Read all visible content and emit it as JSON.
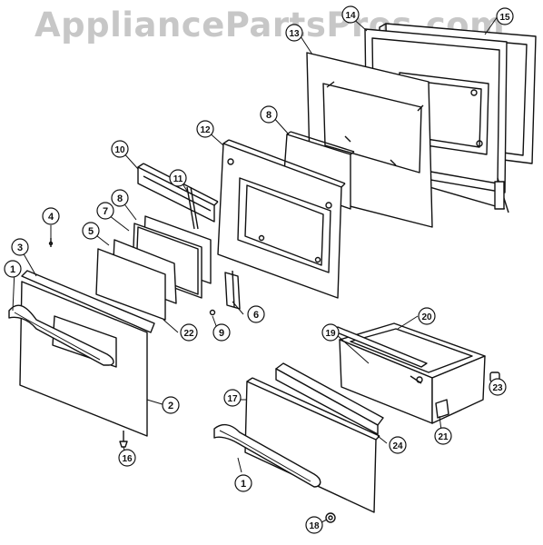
{
  "watermark": "AppliancePartsPros.com",
  "part_labels": [
    {
      "id": "p1a",
      "text": "1"
    },
    {
      "id": "p1b",
      "text": "1"
    },
    {
      "id": "p2",
      "text": "2"
    },
    {
      "id": "p3",
      "text": "3"
    },
    {
      "id": "p4",
      "text": "4"
    },
    {
      "id": "p5",
      "text": "5"
    },
    {
      "id": "p6",
      "text": "6"
    },
    {
      "id": "p7",
      "text": "7"
    },
    {
      "id": "p8a",
      "text": "8"
    },
    {
      "id": "p8b",
      "text": "8"
    },
    {
      "id": "p9",
      "text": "9"
    },
    {
      "id": "p10",
      "text": "10"
    },
    {
      "id": "p11",
      "text": "11"
    },
    {
      "id": "p12",
      "text": "12"
    },
    {
      "id": "p13",
      "text": "13"
    },
    {
      "id": "p14",
      "text": "14"
    },
    {
      "id": "p15",
      "text": "15"
    },
    {
      "id": "p16",
      "text": "16"
    },
    {
      "id": "p17",
      "text": "17"
    },
    {
      "id": "p18",
      "text": "18"
    },
    {
      "id": "p19",
      "text": "19"
    },
    {
      "id": "p20",
      "text": "20"
    },
    {
      "id": "p21",
      "text": "21"
    },
    {
      "id": "p22",
      "text": "22"
    },
    {
      "id": "p23",
      "text": "23"
    },
    {
      "id": "p24",
      "text": "24"
    }
  ]
}
